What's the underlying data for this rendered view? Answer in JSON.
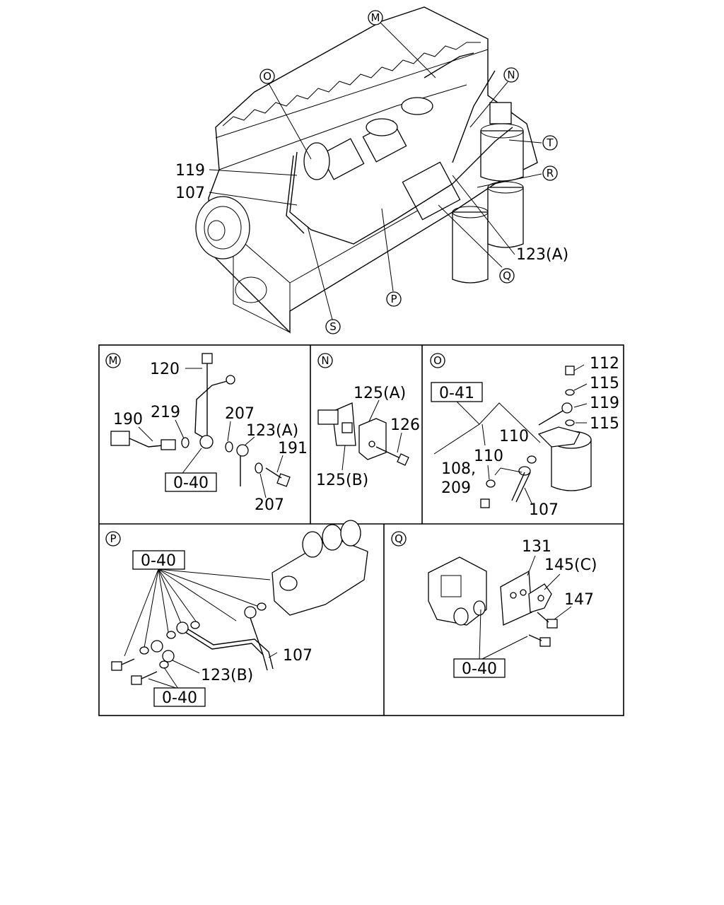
{
  "main_view": {
    "callouts": [
      "M",
      "N",
      "O",
      "T",
      "R",
      "Q",
      "P",
      "S"
    ],
    "labels": {
      "l119": "119",
      "l107": "107",
      "l123a": "123(A)"
    }
  },
  "panel_M": {
    "callout": "M",
    "labels": {
      "l120": "120",
      "l190": "190",
      "l219": "219",
      "l207a": "207",
      "l123a": "123(A)",
      "l191": "191",
      "l207b": "207"
    },
    "ref": "0-40"
  },
  "panel_N": {
    "callout": "N",
    "labels": {
      "l125a": "125(A)",
      "l126": "126",
      "l125b": "125(B)"
    }
  },
  "panel_O": {
    "callout": "O",
    "ref": "0-41",
    "labels": {
      "l112": "112",
      "l115a": "115",
      "l119": "119",
      "l115b": "115",
      "l110a": "110",
      "l110b": "110",
      "l108": "108,",
      "l209": "209",
      "l107": "107"
    }
  },
  "panel_P": {
    "callout": "P",
    "ref_top": "0-40",
    "ref_bottom": "0-40",
    "labels": {
      "l107": "107",
      "l123b": "123(B)"
    }
  },
  "panel_Q": {
    "callout": "Q",
    "ref": "0-40",
    "labels": {
      "l131": "131",
      "l145c": "145(C)",
      "l147": "147"
    }
  }
}
